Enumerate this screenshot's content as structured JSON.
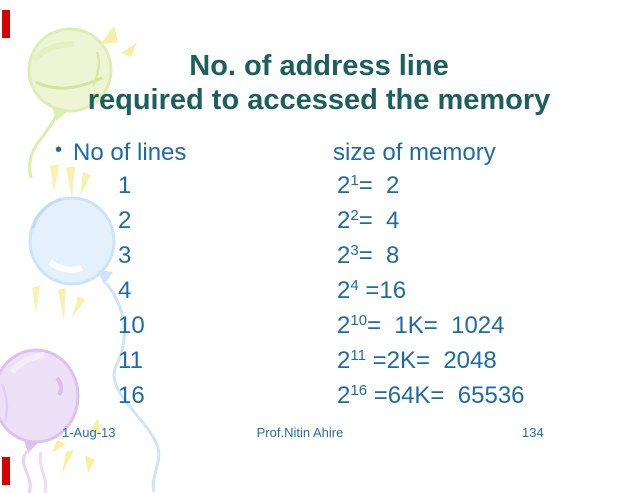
{
  "title": {
    "line1": "No. of address line",
    "line2": "required to accessed the memory"
  },
  "list": {
    "bullet": "•",
    "col_left_header": "No of lines",
    "col_right_header": "size of memory",
    "rows": [
      {
        "lines": "1",
        "base": "2",
        "sup": "1",
        "rest": "=  2"
      },
      {
        "lines": "2",
        "base": "2",
        "sup": "2",
        "rest": "=  4"
      },
      {
        "lines": "3",
        "base": "2",
        "sup": "3",
        "rest": "=  8"
      },
      {
        "lines": "4",
        "base": "2",
        "sup": "4",
        "rest": " =16"
      },
      {
        "lines": "10",
        "base": "2",
        "sup": "10",
        "rest": "=  1K=  1024"
      },
      {
        "lines": "11",
        "base": "2",
        "sup": "11",
        "rest": " =2K=  2048"
      },
      {
        "lines": "16",
        "base": "2",
        "sup": "16",
        "rest": " =64K=  65536"
      }
    ]
  },
  "footer": {
    "date": "1-Aug-13",
    "author": "Prof.Nitin Ahire",
    "page_number": "134"
  },
  "colors": {
    "title_text": "#1c5f5d",
    "body_text": "#1e6ba3",
    "red_accent": "#d40404",
    "balloon_green": "#edf5d5",
    "balloon_blue": "#e4f0fb",
    "balloon_purple": "#eee0f7",
    "sparkle_yellow": "#f7f0a8"
  },
  "decorations": {
    "icons": [
      "green-balloon-icon",
      "blue-balloon-icon",
      "purple-balloon-icon",
      "sparkle-icon"
    ]
  }
}
